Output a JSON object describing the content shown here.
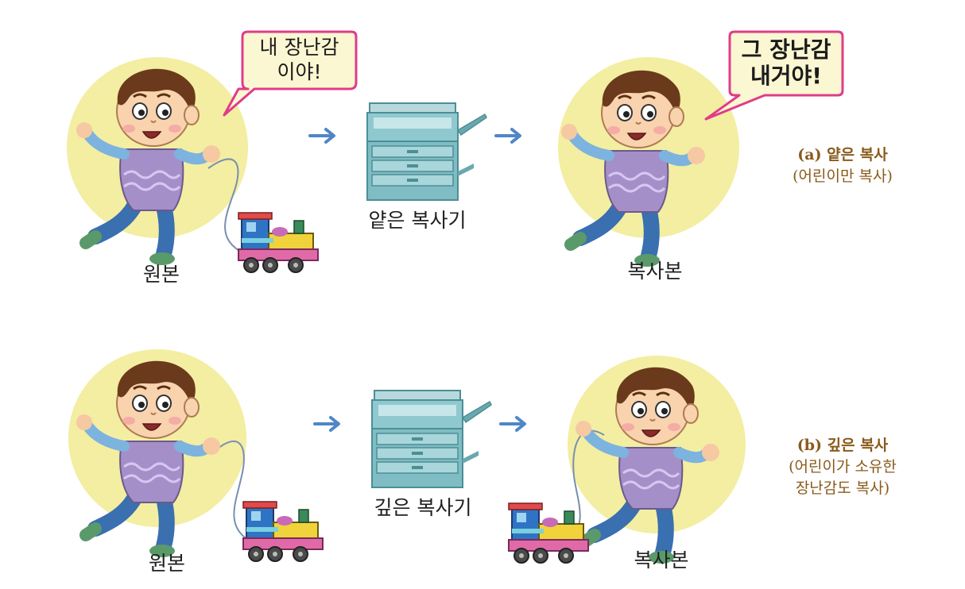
{
  "rows": [
    {
      "id": "a",
      "original_label": "원본",
      "copier_label": "얕은 복사기",
      "copy_label": "복사본",
      "original_speech": [
        "내 장난감",
        "이야!"
      ],
      "copy_speech": [
        "그 장난감",
        "내거야!"
      ],
      "caption_head": "(a) 얕은 복사",
      "caption_lines": [
        "(어린이만 복사)"
      ]
    },
    {
      "id": "b",
      "original_label": "원본",
      "copier_label": "깊은 복사기",
      "copy_label": "복사본",
      "caption_head": "(b) 깊은 복사",
      "caption_lines": [
        "(어린이가 소유한",
        "장난감도 복사)"
      ]
    }
  ],
  "colors": {
    "circle": "#f3eea1",
    "arrow": "#4f86c6",
    "bubble_border": "#e03c8a",
    "bubble_fill": "#fbf7d2",
    "caption": "#8a5a1a",
    "copier_body": "#8fc9cf",
    "copier_dark": "#4d8e96"
  }
}
